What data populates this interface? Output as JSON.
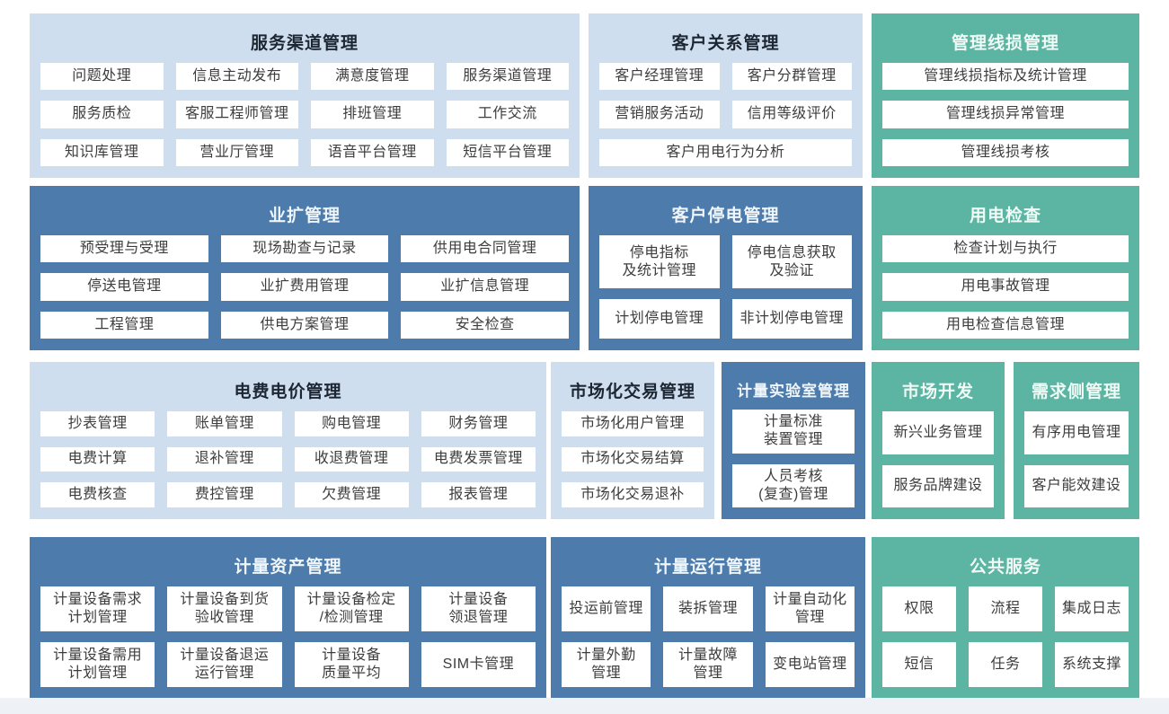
{
  "colors": {
    "light_blue": "#cfdeee",
    "dark_blue": "#4d7bab",
    "teal": "#5bb5a2",
    "item_bg": "#ffffff",
    "item_text": "#3d3d3d"
  },
  "blocks": [
    {
      "title": "服务渠道管理",
      "theme": "light_blue",
      "items": [
        "问题处理",
        "信息主动发布",
        "满意度管理",
        "服务渠道管理",
        "服务质检",
        "客服工程师管理",
        "排班管理",
        "工作交流",
        "知识库管理",
        "营业厅管理",
        "语音平台管理",
        "短信平台管理"
      ]
    },
    {
      "title": "客户关系管理",
      "theme": "light_blue",
      "items": [
        "客户经理管理",
        "客户分群管理",
        "营销服务活动",
        "信用等级评价",
        "客户用电行为分析"
      ]
    },
    {
      "title": "管理线损管理",
      "theme": "teal",
      "items": [
        "管理线损指标及统计管理",
        "管理线损异常管理",
        "管理线损考核"
      ]
    },
    {
      "title": "业扩管理",
      "theme": "dark_blue",
      "items": [
        "预受理与受理",
        "现场勘查与记录",
        "供用电合同管理",
        "停送电管理",
        "业扩费用管理",
        "业扩信息管理",
        "工程管理",
        "供电方案管理",
        "安全检查"
      ]
    },
    {
      "title": "客户停电管理",
      "theme": "dark_blue",
      "items": [
        "停电指标\n及统计管理",
        "停电信息获取\n及验证",
        "计划停电管理",
        "非计划停电管理"
      ]
    },
    {
      "title": "用电检查",
      "theme": "teal",
      "items": [
        "检查计划与执行",
        "用电事故管理",
        "用电检查信息管理"
      ]
    },
    {
      "title": "电费电价管理",
      "theme": "light_blue",
      "items": [
        "抄表管理",
        "账单管理",
        "购电管理",
        "财务管理",
        "电费计算",
        "退补管理",
        "收退费管理",
        "电费发票管理",
        "电费核查",
        "费控管理",
        "欠费管理",
        "报表管理"
      ]
    },
    {
      "title": "市场化交易管理",
      "theme": "light_blue",
      "items": [
        "市场化用户管理",
        "市场化交易结算",
        "市场化交易退补"
      ]
    },
    {
      "title": "计量实验室管理",
      "theme": "dark_blue",
      "items": [
        "计量标准\n装置管理",
        "人员考核\n(复查)管理"
      ]
    },
    {
      "title": "市场开发",
      "theme": "teal",
      "items": [
        "新兴业务管理",
        "服务品牌建设"
      ]
    },
    {
      "title": "需求侧管理",
      "theme": "teal",
      "items": [
        "有序用电管理",
        "客户能效建设"
      ]
    },
    {
      "title": "计量资产管理",
      "theme": "dark_blue",
      "items": [
        "计量设备需求\n计划管理",
        "计量设备到货\n验收管理",
        "计量设备检定\n/检测管理",
        "计量设备\n领退管理",
        "计量设备需用\n计划管理",
        "计量设备退运\n运行管理",
        "计量设备\n质量平均",
        "SIM卡管理"
      ]
    },
    {
      "title": "计量运行管理",
      "theme": "dark_blue",
      "items": [
        "投运前管理",
        "装拆管理",
        "计量自动化\n管理",
        "计量外勤\n管理",
        "计量故障\n管理",
        "变电站管理"
      ]
    },
    {
      "title": "公共服务",
      "theme": "teal",
      "items": [
        "权限",
        "流程",
        "集成日志",
        "短信",
        "任务",
        "系统支撑"
      ]
    }
  ]
}
